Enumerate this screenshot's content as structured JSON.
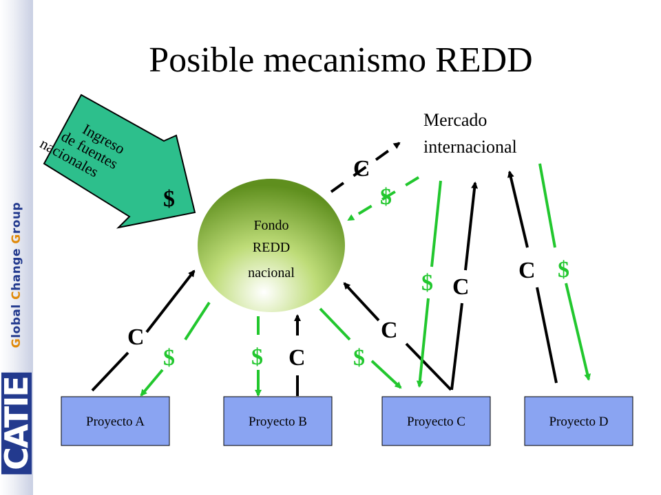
{
  "title": "Posible mecanismo REDD",
  "sidebar": {
    "brand_g1": "G",
    "brand_r1": "lobal ",
    "brand_g2": "C",
    "brand_r2": "hange ",
    "brand_g3": "G",
    "brand_r3": "roup",
    "logo": "CATIE"
  },
  "fund": {
    "line1": "Fondo",
    "line2": "REDD",
    "line3": "nacional"
  },
  "market": {
    "line1": "Mercado",
    "line2": "internacional"
  },
  "income": {
    "line1": "Ingreso",
    "line2": "de fuentes",
    "line3": "nacionales",
    "symbol": "$"
  },
  "projects": [
    "Proyecto A",
    "Proyecto B",
    "Proyecto C",
    "Proyecto D"
  ],
  "symbols": {
    "credit": "C",
    "money": "$"
  },
  "colors": {
    "green": "#22c72e",
    "black": "#000000",
    "box": "#8aa4f2",
    "arrow": "#2dbf8c",
    "sphere": "#8ab833"
  }
}
